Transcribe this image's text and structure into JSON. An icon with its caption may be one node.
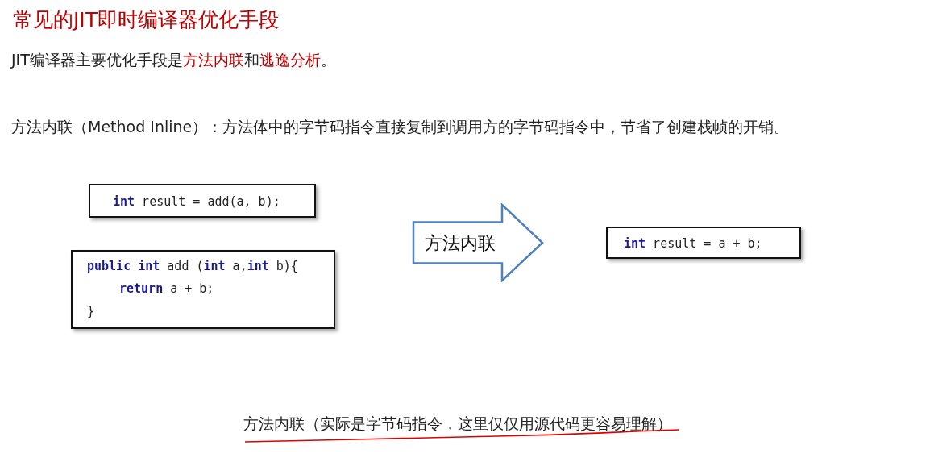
{
  "diagram": {
    "title": "常见的JIT即时编译器优化手段",
    "nodes": [
      {
        "text": [
          "**int** result = add(a, b);"
        ]
      },
      {
        "text": [
          "**public int** add (**int** a,**int** b){",
          "**return** a + b;",
          "}"
        ]
      },
      {
        "text": [
          "方法内联"
        ]
      },
      {
        "text": [
          "**int** result = a + b;"
        ]
      }
    ],
    "labels": [
      "JIT编译器主要优化手段是**方法内联**和**逃逸分析**。",
      "方法内联（Method Inline）：方法体中的字节码指令直接复制到调用方的字节码指令中，节省了创建栈帧的开销。",
      "方法内联（实际是字节码指令，这里仅仅用源代码更容易理解）"
    ]
  }
}
